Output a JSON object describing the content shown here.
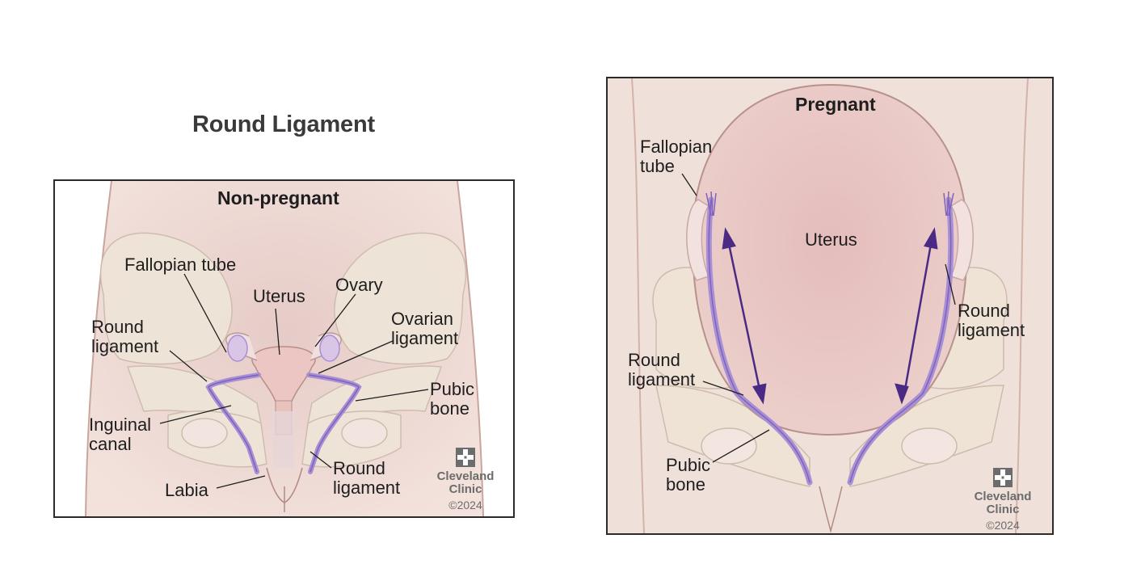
{
  "title": "Round Ligament",
  "panels": {
    "nonpregnant": {
      "heading": "Non-pregnant",
      "labels": {
        "fallopian_tube": "Fallopian tube",
        "uterus": "Uterus",
        "ovary": "Ovary",
        "round_ligament_left_1": "Round",
        "round_ligament_left_2": "ligament",
        "ovarian_ligament_1": "Ovarian",
        "ovarian_ligament_2": "ligament",
        "pubic_bone_1": "Pubic",
        "pubic_bone_2": "bone",
        "inguinal_canal_1": "Inguinal",
        "inguinal_canal_2": "canal",
        "labia": "Labia",
        "round_ligament_bottom_1": "Round",
        "round_ligament_bottom_2": "ligament"
      },
      "logo": {
        "line1": "Cleveland",
        "line2": "Clinic",
        "copyright": "©2024"
      }
    },
    "pregnant": {
      "heading": "Pregnant",
      "labels": {
        "fallopian_tube_1": "Fallopian",
        "fallopian_tube_2": "tube",
        "uterus": "Uterus",
        "round_ligament_right_1": "Round",
        "round_ligament_right_2": "ligament",
        "round_ligament_left_1": "Round",
        "round_ligament_left_2": "ligament",
        "pubic_bone_1": "Pubic",
        "pubic_bone_2": "bone"
      },
      "logo": {
        "line1": "Cleveland",
        "line2": "Clinic",
        "copyright": "©2024"
      }
    }
  },
  "colors": {
    "skin": "#f0dcd6",
    "bone": "#efe4d8",
    "uterus": "#eccbc5",
    "ligament": "#a88fd6",
    "arrow": "#4a2a84",
    "frame": "#2b2b2b"
  }
}
